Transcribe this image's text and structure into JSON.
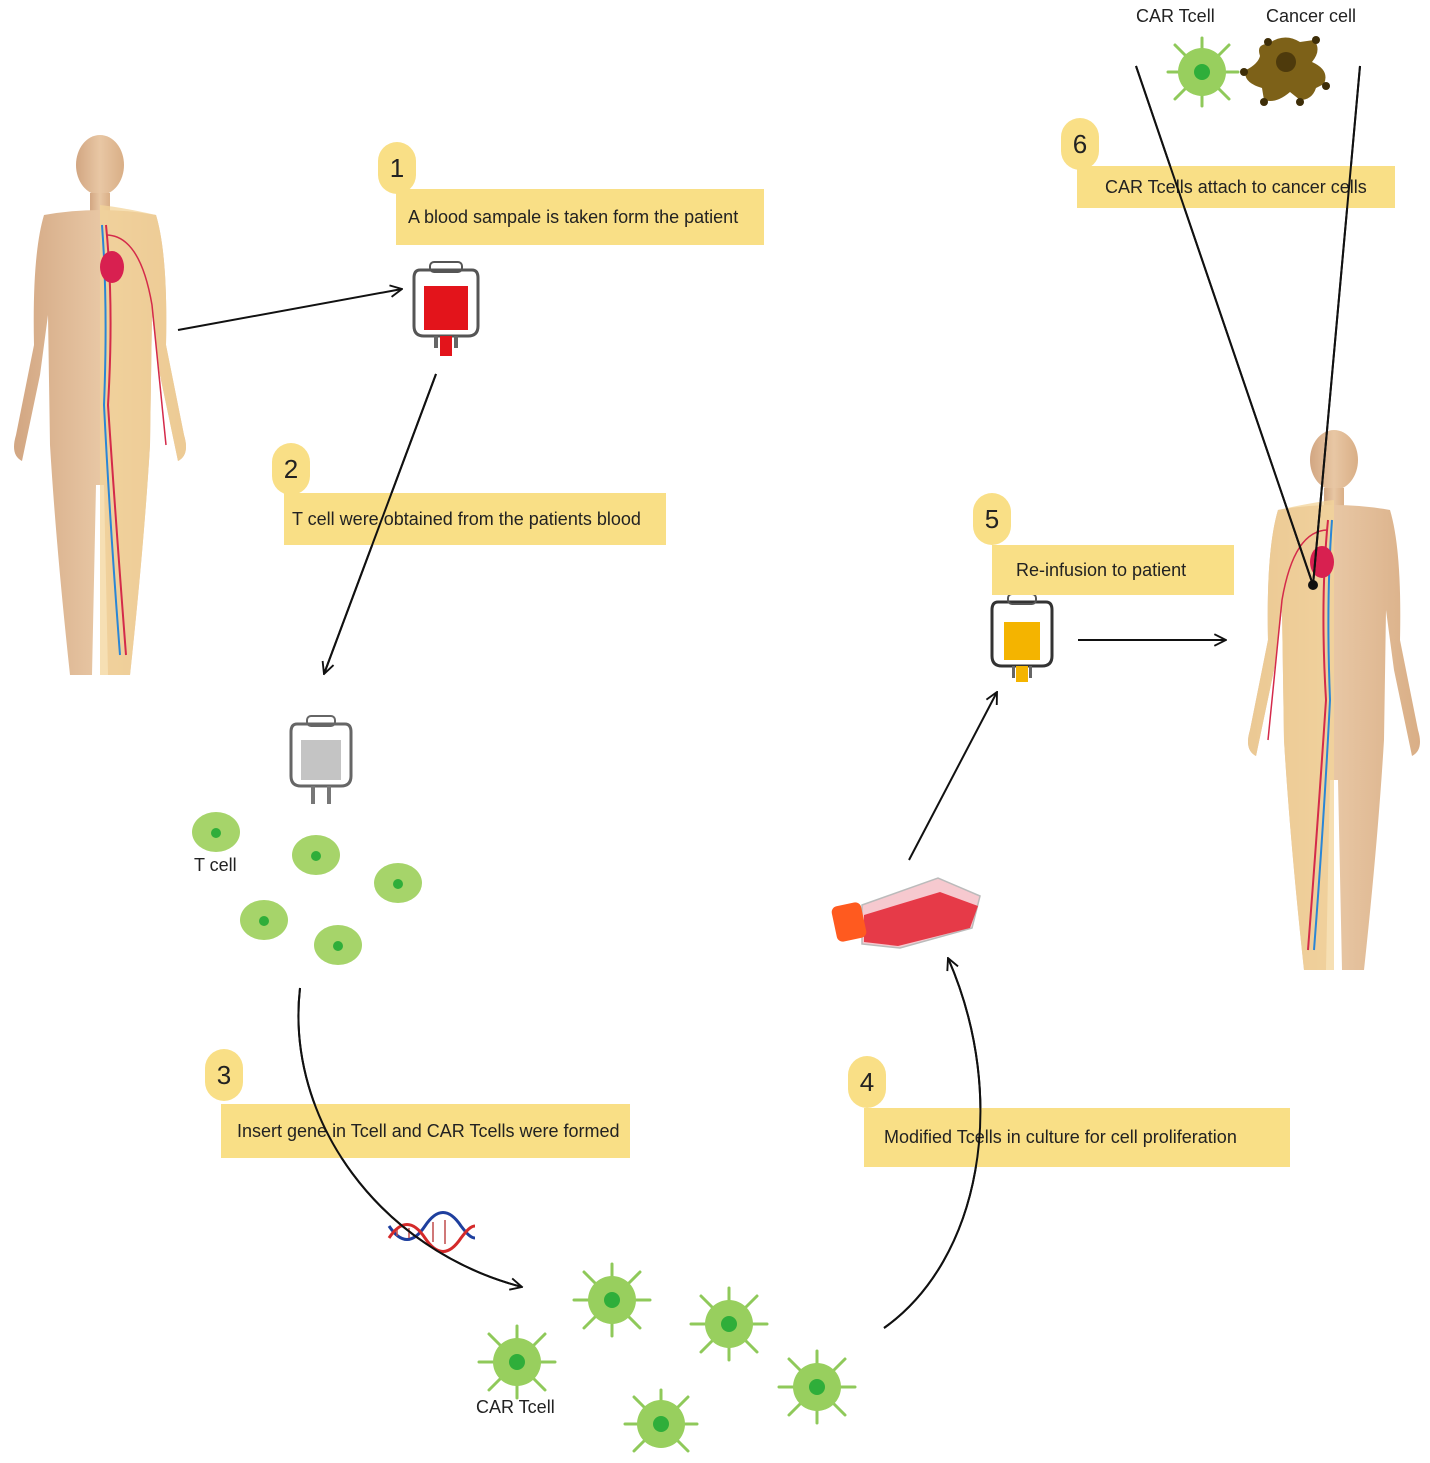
{
  "steps": [
    {
      "number": "1",
      "text": "A blood sampale is taken form the patient"
    },
    {
      "number": "2",
      "text": "T cell were obtained from the patients blood"
    },
    {
      "number": "3",
      "text": "Insert gene in Tcell and CAR Tcells were formed"
    },
    {
      "number": "4",
      "text": "Modified Tcells in culture for cell proliferation"
    },
    {
      "number": "5",
      "text": "Re-infusion to patient"
    },
    {
      "number": "6",
      "text": "CAR Tcells attach to cancer cells"
    }
  ],
  "labels": {
    "t_cell": "T cell",
    "car_t_cell_bottom": "CAR Tcell",
    "car_t_cell_top": "CAR Tcell",
    "cancer_cell": "Cancer cell"
  },
  "colors": {
    "box": "#f9df86",
    "blood": "#e3141b",
    "t_cell_fill": "#a6d46a",
    "cell_nucleus": "#2fae3a",
    "infusion": "#f4b400",
    "cancer_cell": "#7d6118",
    "skin": "#dcb08a"
  },
  "icons": [
    "human-body-icon",
    "blood-bag-icon",
    "empty-bag-icon",
    "infusion-bag-icon",
    "t-cell-icon",
    "car-t-cell-icon",
    "dna-icon",
    "culture-flask-icon",
    "cancer-cell-icon"
  ]
}
